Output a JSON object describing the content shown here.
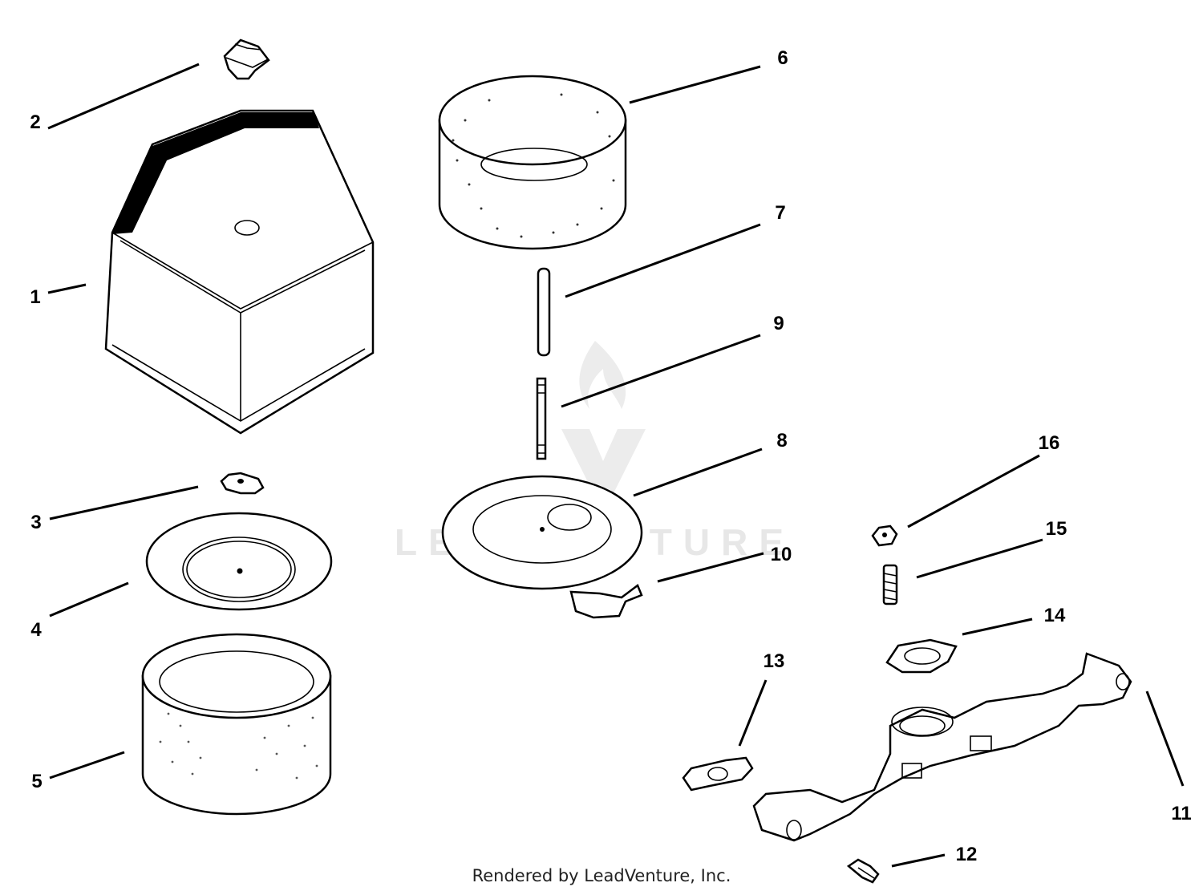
{
  "diagram": {
    "callouts": [
      "1",
      "2",
      "3",
      "4",
      "5",
      "6",
      "7",
      "8",
      "9",
      "10",
      "11",
      "12",
      "13",
      "14",
      "15",
      "16"
    ]
  },
  "watermark": {
    "text": "LEADVENTURE",
    "logo": "flame-v-logo",
    "color": "#e7e7e7"
  },
  "footer": {
    "text": "Rendered by LeadVenture, Inc."
  }
}
